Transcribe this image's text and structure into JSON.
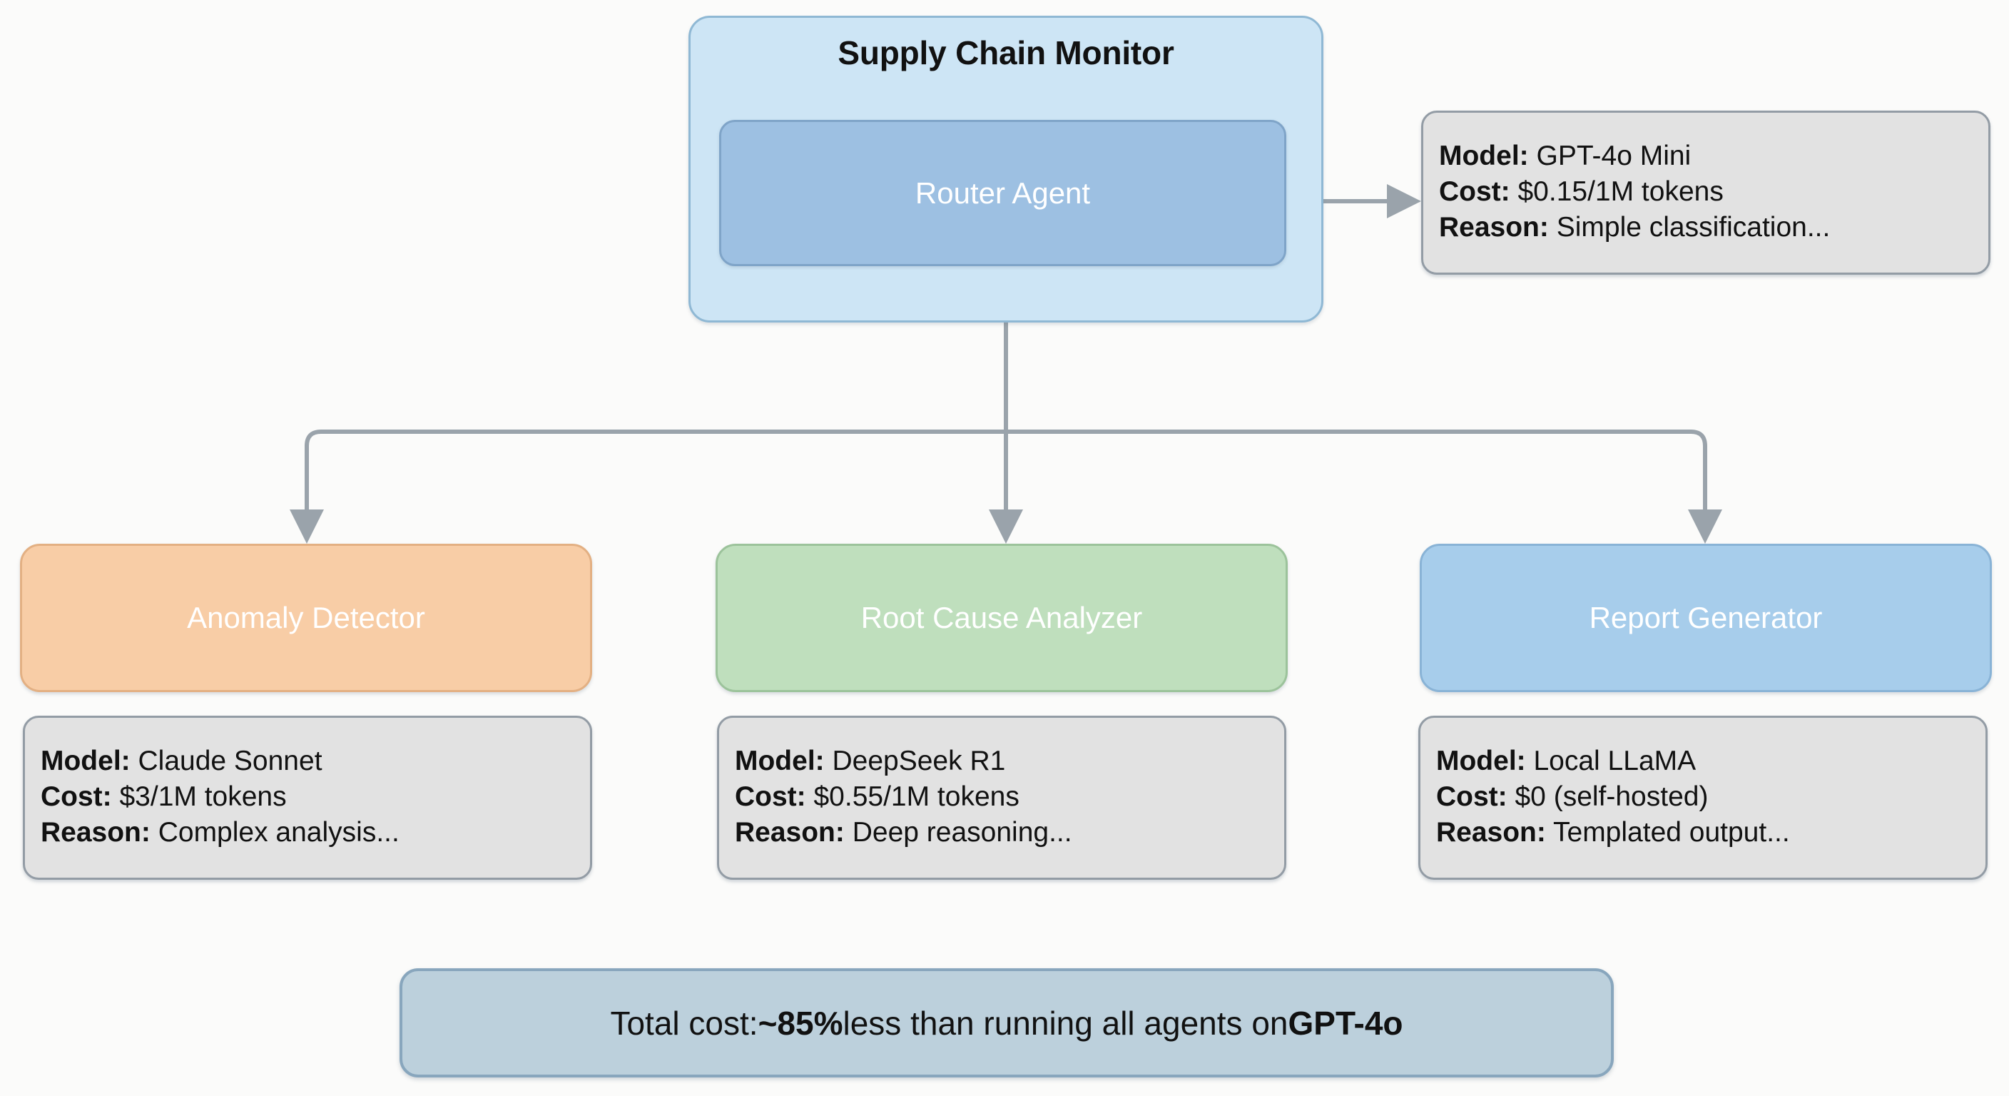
{
  "diagram": {
    "title": "Supply Chain Monitor",
    "cluster": {
      "label": "Supply Chain Monitor",
      "router": {
        "label": "Router Agent",
        "details": {
          "model_key": "Model:",
          "model_value": " GPT-4o Mini",
          "cost_key": "Cost:",
          "cost_value": " $0.15/1M tokens",
          "reason_key": "Reason:",
          "reason_value": " Simple classification..."
        }
      }
    },
    "agents": [
      {
        "label": "Anomaly Detector",
        "color": "#f8cda6",
        "details": {
          "model_key": "Model:",
          "model_value": " Claude Sonnet",
          "cost_key": "Cost:",
          "cost_value": " $3/1M tokens",
          "reason_key": "Reason:",
          "reason_value": " Complex analysis..."
        }
      },
      {
        "label": "Root Cause Analyzer",
        "color": "#bfdfbd",
        "details": {
          "model_key": "Model:",
          "model_value": " DeepSeek R1",
          "cost_key": "Cost:",
          "cost_value": " $0.55/1M tokens",
          "reason_key": "Reason:",
          "reason_value": " Deep reasoning..."
        }
      },
      {
        "label": "Report Generator",
        "color": "#a7cdeb",
        "details": {
          "model_key": "Model:",
          "model_value": " Local LLaMA",
          "cost_key": "Cost:",
          "cost_value": " $0 (self-hosted)",
          "reason_key": "Reason:",
          "reason_value": " Templated output..."
        }
      }
    ],
    "footer": {
      "prefix": "Total cost: ",
      "highlight": "~85%",
      "middle": " less than running all agents on ",
      "suffix": "GPT-4o"
    }
  }
}
